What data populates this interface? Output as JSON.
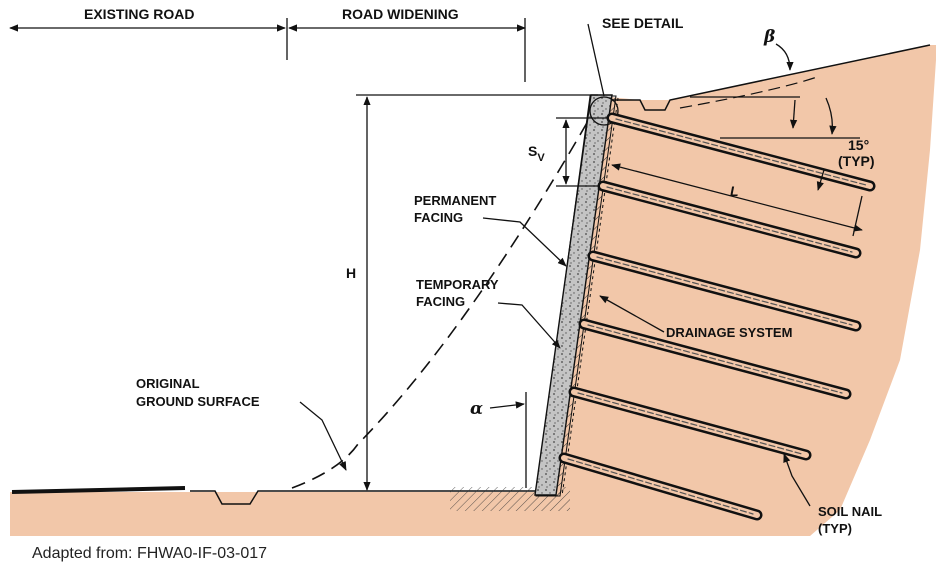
{
  "labels": {
    "existing_road": "EXISTING ROAD",
    "road_widening": "ROAD WIDENING",
    "see_detail": "SEE DETAIL",
    "beta": "β",
    "sv_main": "S",
    "sv_sub": "V",
    "angle_15": "15°",
    "typ_paren": "(TYP)",
    "length": "L",
    "height": "H",
    "permanent_1": "PERMANENT",
    "permanent_2": "FACING",
    "temporary_1": "TEMPORARY",
    "temporary_2": "FACING",
    "drainage": "DRAINAGE SYSTEM",
    "original_1": "ORIGINAL",
    "original_2": "GROUND SURFACE",
    "alpha": "α",
    "soil_nail_1": "SOIL NAIL",
    "soil_nail_2": "(TYP)"
  },
  "caption": "Adapted from: FHWA0-IF-03-017",
  "colors": {
    "soil": "#f2c7a9",
    "facing": "#bdbdbd",
    "line": "#111111"
  }
}
